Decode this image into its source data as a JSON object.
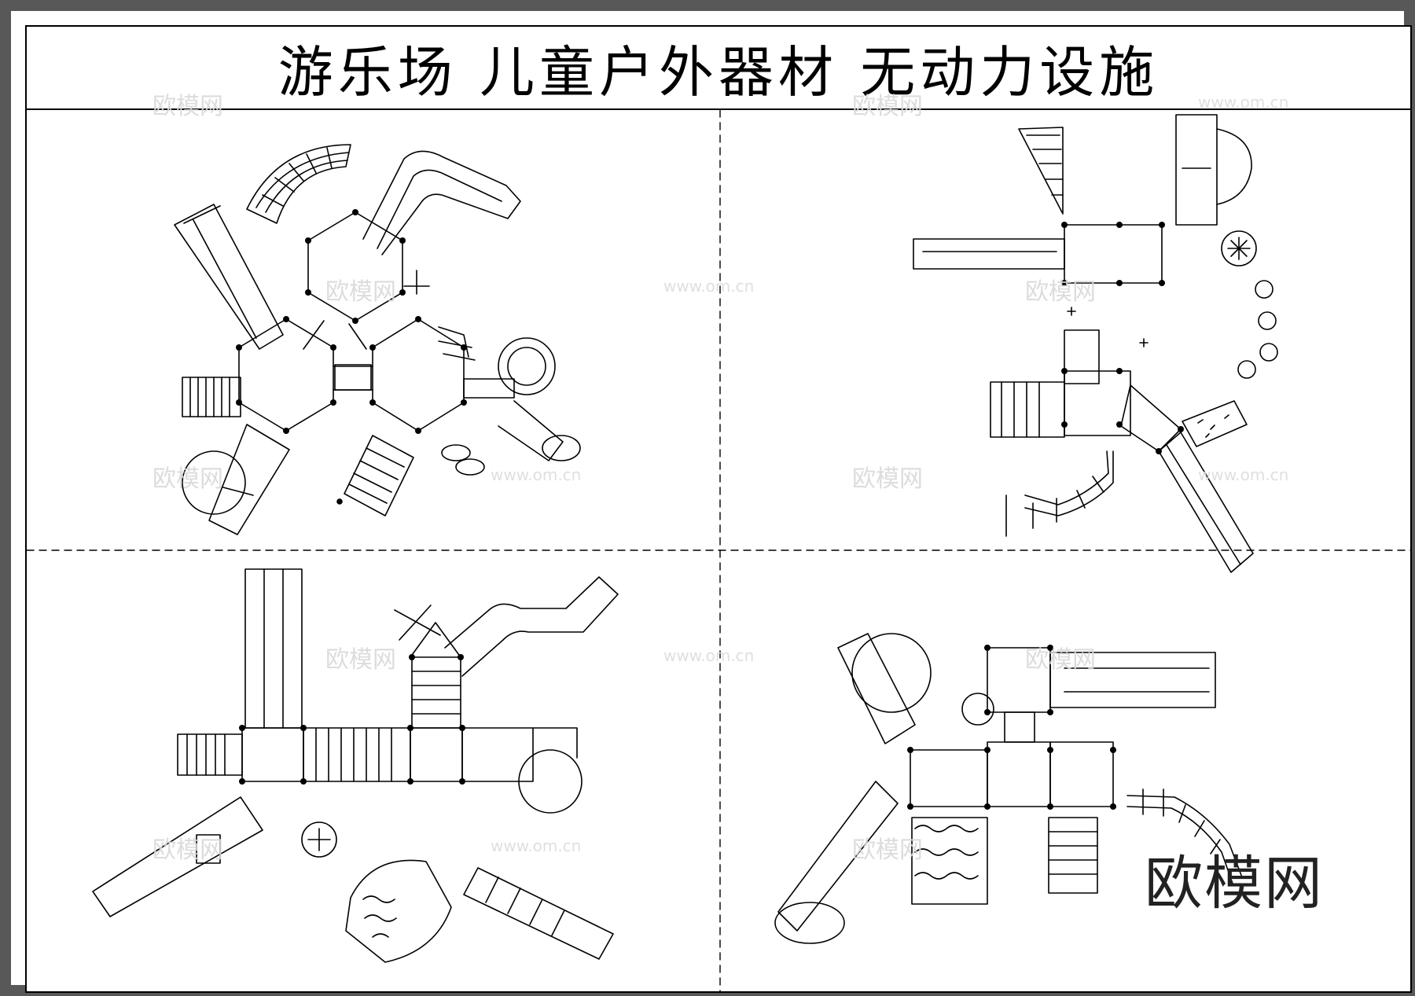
{
  "title": "游乐场  儿童户外器材  无动力设施",
  "watermark_text": "欧模网",
  "watermark_url": "www.om.cn",
  "corner_logo": "欧模网",
  "colors": {
    "frame": "#585858",
    "line": "#000000",
    "watermark": "#d9d9d9"
  }
}
